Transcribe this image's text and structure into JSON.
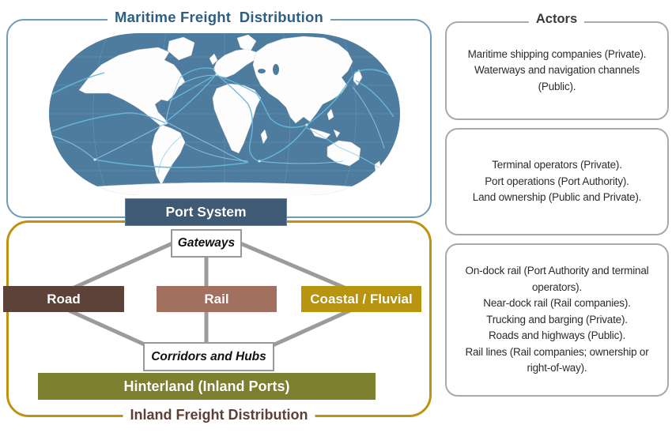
{
  "maritime": {
    "title": "Maritime Freight  Distribution"
  },
  "port_system": {
    "label": "Port System"
  },
  "inland": {
    "title": "Inland Freight Distribution",
    "gateways": "Gateways",
    "modes": [
      {
        "label": "Road"
      },
      {
        "label": "Rail"
      },
      {
        "label": "Coastal / Fluvial"
      }
    ],
    "corridors": "Corridors and Hubs",
    "hinterland": "Hinterland (Inland Ports)"
  },
  "actors_panel": {
    "title": "Actors",
    "boxes": [
      {
        "lines": [
          "Maritime shipping companies (Private).",
          "Waterways and navigation channels (Public)."
        ]
      },
      {
        "lines": [
          "Terminal operators (Private).",
          "Port operations (Port Authority).",
          "Land ownership (Public and Private)."
        ]
      },
      {
        "lines": [
          "On-dock rail (Port Authority and terminal operators).",
          "Near-dock rail (Rail companies).",
          "Trucking and barging (Private).",
          "Roads and highways (Public).",
          "Rail lines (Rail companies; ownership or right-of-way)."
        ]
      }
    ]
  },
  "colors": {
    "maritime_border": "#6f9cba",
    "maritime_title": "#2c5f82",
    "ocean": "#4e7c9e",
    "route": "#66b8dc",
    "port_system_bg": "#3e5a74",
    "inland_border": "#bf930f",
    "inland_title": "#5d4037",
    "road_bg": "#5c4238",
    "rail_bg": "#a2705e",
    "coastal_bg": "#b8940f",
    "hinterland_bg": "#7d812f",
    "connector": "#9b9b9b",
    "actors_border": "#a9a9a9",
    "actors_title": "#3a3a3a",
    "text_dark": "#2b2b2b"
  }
}
